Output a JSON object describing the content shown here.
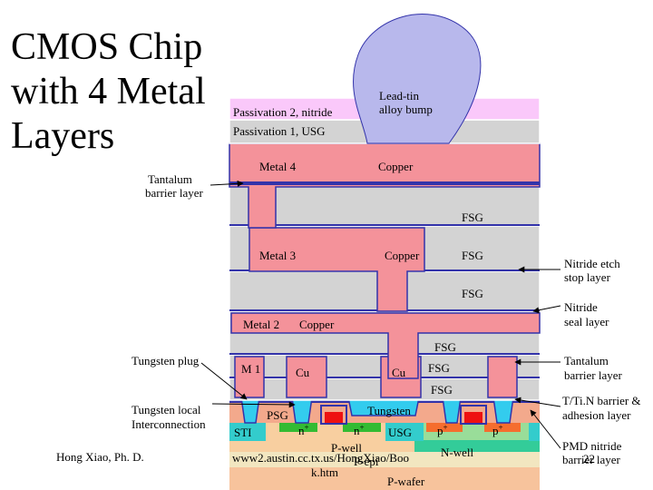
{
  "title": {
    "line1": "CMOS Chip",
    "line2": "with 4 Metal",
    "line3": "Layers"
  },
  "author": "Hong Xiao, Ph. D.",
  "url": {
    "line1": "www2.austin.cc.tx.us/HongXiao/Boo",
    "line2": "k.htm"
  },
  "page_number": "22",
  "layers": {
    "passivation2": "Passivation 2, nitride",
    "passivation1": "Passivation 1, USG",
    "bump": {
      "line1": "Lead-tin",
      "line2": "alloy bump"
    },
    "metal4": "Metal 4",
    "copper4": "Copper",
    "fsg1": "FSG",
    "metal3": "Metal 3",
    "copper3": "Copper",
    "fsg2": "FSG",
    "fsg3": "FSG",
    "metal2": "Metal 2",
    "copper2": "Copper",
    "fsg4": "FSG",
    "m1": "M 1",
    "cu_left": "Cu",
    "cu_right": "Cu",
    "fsg5": "FSG",
    "fsg6": "FSG",
    "psg": "PSG",
    "tungsten": "Tungsten",
    "sti": "STI",
    "n_plus_1": "n",
    "n_plus_2": "n",
    "usg": "USG",
    "p_plus_1": "p",
    "p_plus_2": "p",
    "plus_sign": "+",
    "p_well": "P-well",
    "n_well": "N-well",
    "p_epi": "P-epi",
    "p_wafer": "P-wafer"
  },
  "callouts": {
    "tantalum_left": {
      "line1": "Tantalum",
      "line2": "barrier layer"
    },
    "tungsten_plug": "Tungsten plug",
    "tungsten_local": {
      "line1": "Tungsten local",
      "line2": "Interconnection"
    },
    "nitride_etch": {
      "line1": "Nitride etch",
      "line2": "stop layer"
    },
    "nitride_seal": {
      "line1": "Nitride",
      "line2": "seal layer"
    },
    "tantalum_right": {
      "line1": "Tantalum",
      "line2": "barrier layer"
    },
    "tin_barrier": {
      "line1": "T/Ti.N barrier &",
      "line2": "adhesion layer"
    },
    "pmd_nitride": {
      "line1": "PMD nitride",
      "line2": "barrier layer"
    }
  },
  "colors": {
    "dielectric": "#d3d3d3",
    "copper": "#f4929a",
    "passivation2": "#fac8fa",
    "bump": "#b8b8ec",
    "barrier": "#3333aa",
    "tungsten": "#33ccee",
    "psg": "#f3a98c",
    "sti": "#33cccc",
    "n_plus": "#33bb33",
    "p_plus": "#f56d2e",
    "gate": "#ee1111",
    "p_well": "#f8cfa0",
    "n_well": "#99dd99",
    "p_epi": "#f2e6c0",
    "p_wafer": "#f7c39c"
  }
}
